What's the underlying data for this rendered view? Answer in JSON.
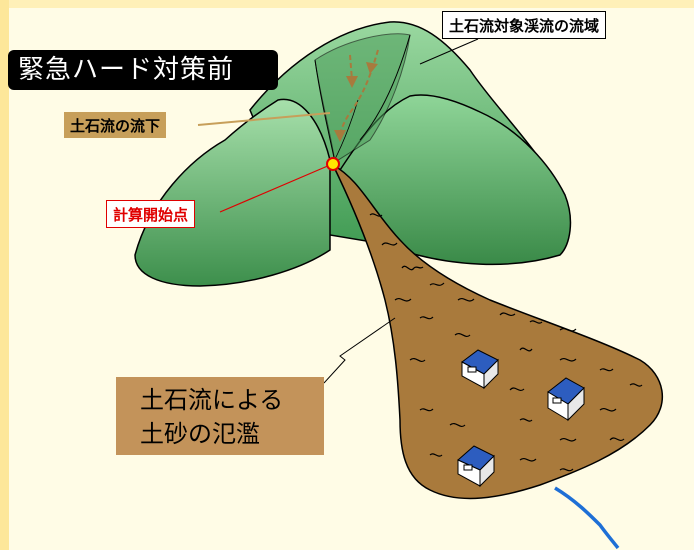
{
  "title": "緊急ハード対策前",
  "labels": {
    "watershed": "土石流対象渓流の流域",
    "debris_flow_down": "土石流の流下",
    "calc_start": "計算開始点",
    "flood_line1": "土石流による",
    "flood_line2": "土砂の氾濫"
  },
  "colors": {
    "background": "#fffce6",
    "mountain": "#5fb36b",
    "debris": "#a97a3c",
    "river": "#1e6fd6",
    "start_point": "#ffe400",
    "start_outline": "#e00000"
  }
}
